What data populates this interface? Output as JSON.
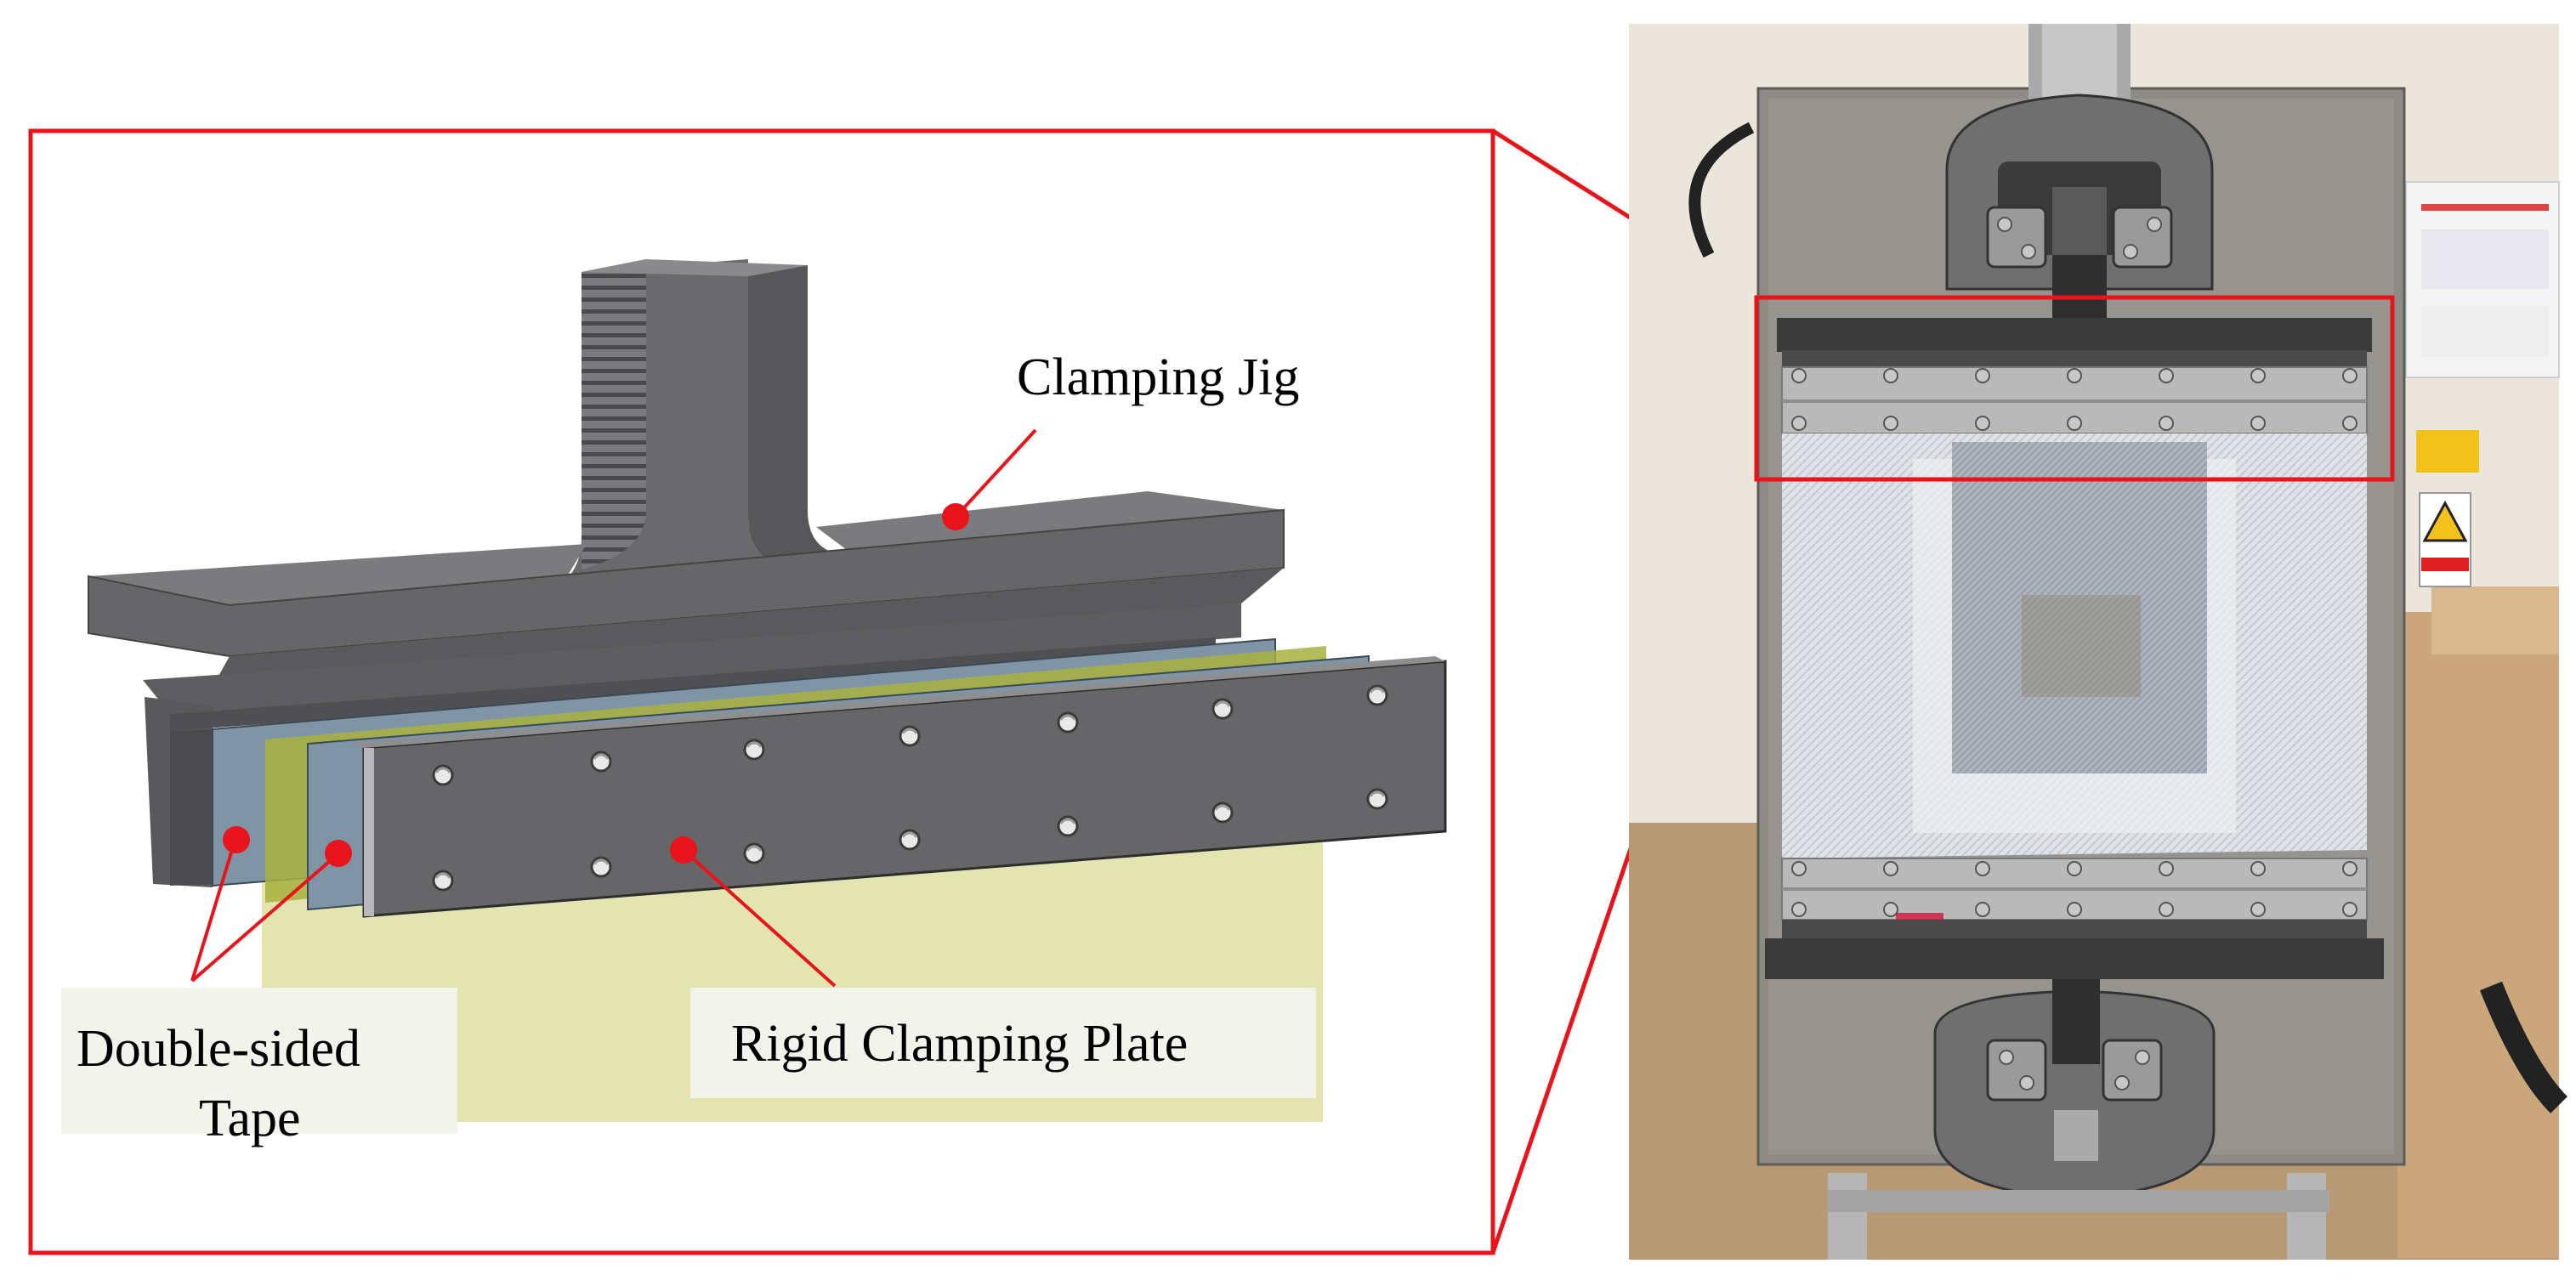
{
  "labels": {
    "clamping_jig": "Clamping Jig",
    "double_sided_tape_line1": "Double-sided",
    "double_sided_tape_line2": "Tape",
    "rigid_clamping_plate": "Rigid Clamping Plate"
  },
  "colors": {
    "callout_red": "#e8141c",
    "jig_dark": "#5a5a5c",
    "jig_mid": "#6c6c6e",
    "jig_light": "#7d7d80",
    "tape_blue": "#7f95a6",
    "specimen_yellow": "#e3e5b0",
    "photo_frame": "#8c8a86",
    "photo_wall": "#ebe6dc"
  },
  "icons": {
    "pointer_dot": "filled-circle",
    "bolt": "countersunk-screw"
  }
}
